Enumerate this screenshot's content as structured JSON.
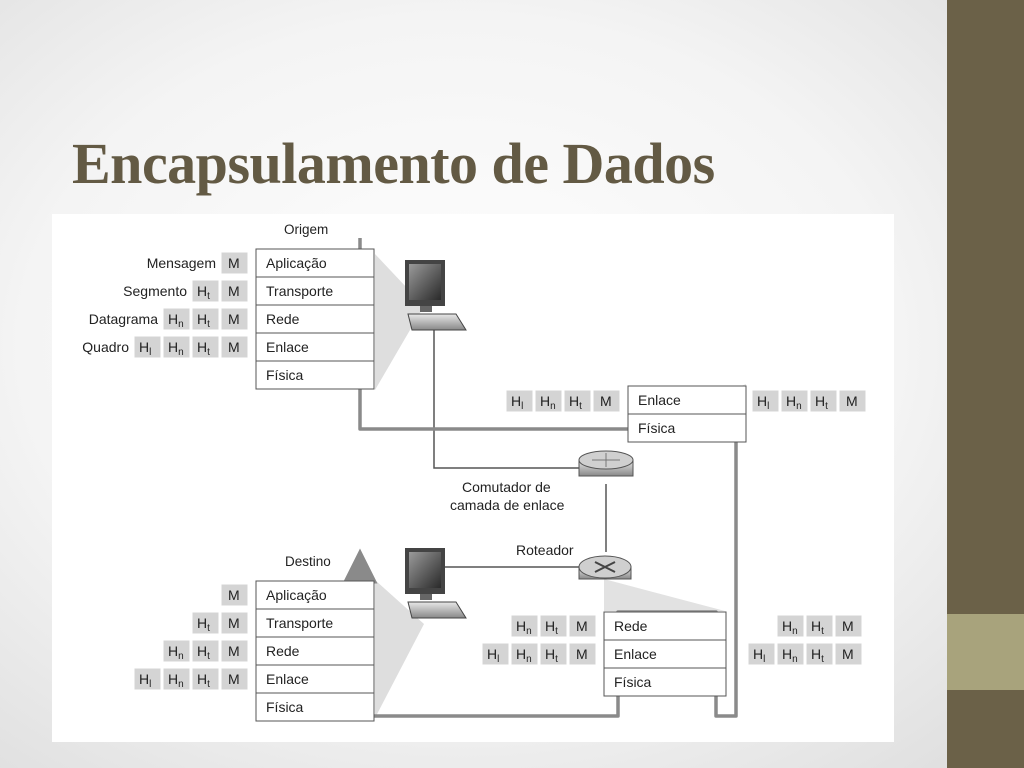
{
  "slide": {
    "title": "Encapsulamento de Dados",
    "colors": {
      "title": "#635a44",
      "sidebar": "#6b6148",
      "sidebar_accent": "#a8a37c"
    }
  },
  "diagram": {
    "source_label": "Origem",
    "dest_label": "Destino",
    "switch_label_line1": "Comutador de",
    "switch_label_line2": "camada de enlace",
    "router_label": "Roteador",
    "source_layers": [
      "Aplicação",
      "Transporte",
      "Rede",
      "Enlace",
      "Física"
    ],
    "dest_layers": [
      "Aplicação",
      "Transporte",
      "Rede",
      "Enlace",
      "Física"
    ],
    "switch_layers": [
      "Enlace",
      "Física"
    ],
    "router_layers": [
      "Rede",
      "Enlace",
      "Física"
    ],
    "pdu_names": [
      "Mensagem",
      "Segmento",
      "Datagrama",
      "Quadro"
    ],
    "headers": {
      "M": "M",
      "H": "H",
      "l": "l",
      "n": "n",
      "t": "t"
    }
  }
}
